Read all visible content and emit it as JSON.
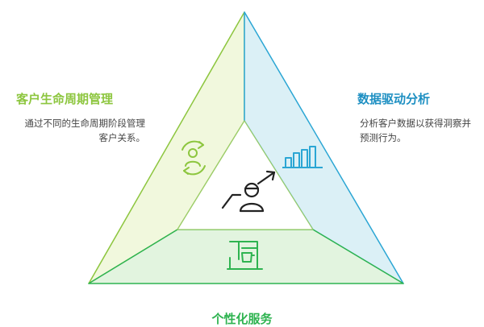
{
  "colors": {
    "left_accent": "#8dc63f",
    "right_accent": "#2ba6d4",
    "bottom_accent": "#2eb350",
    "left_fill": "#f1f8dd",
    "right_fill": "#dbf0f6",
    "bottom_fill": "#e2f4df",
    "center_fill": "#ffffff",
    "title_left": "#8dc63f",
    "title_right": "#1d8fc2",
    "title_bottom": "#2eb350",
    "icon_center": "#222222"
  },
  "sections": {
    "left": {
      "title": "客户生命周期管理",
      "description": "通过不同的生命周期阶段管理客户关系。",
      "icon": "customer-lifecycle-icon"
    },
    "right": {
      "title": "数据驱动分析",
      "description": "分析客户数据以获得洞察并预测行为。",
      "icon": "bar-chart-icon"
    },
    "bottom": {
      "title": "个性化服务",
      "icon": "coffee-machine-icon"
    },
    "center": {
      "icon": "person-growth-icon"
    }
  }
}
